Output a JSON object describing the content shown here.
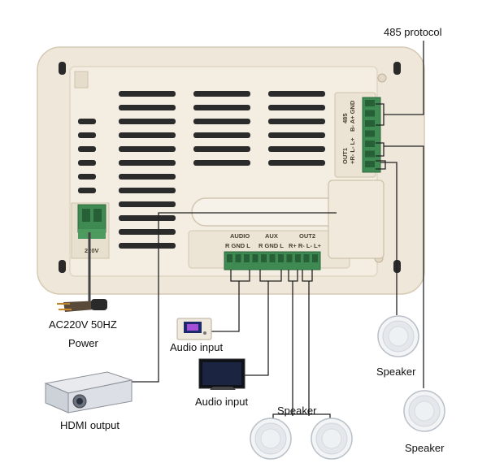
{
  "labels": {
    "protocol_485": "485 protocol",
    "power_spec": "AC220V 50HZ",
    "power": "Power",
    "audio_input_1": "Audio input",
    "audio_input_2": "Audio input",
    "hdmi_output": "HDMI  output",
    "speaker_right_1": "Speaker",
    "speaker_right_2": "Speaker",
    "speaker_bottom": "Speaker"
  },
  "panel": {
    "voltage_mark": "220V",
    "audio_header": "AUDIO",
    "audio_pins": "R GND L",
    "aux_header": "AUX",
    "aux_pins": "R GND L",
    "out2_header": "OUT2",
    "out2_pins": "R+  R-  L-  L+",
    "side_485_header": "485",
    "side_485_pins": "B- A+ GND",
    "side_out1_header": "OUT1",
    "side_out1_pins": "+R- L- L+"
  },
  "colors": {
    "panel": "#efe7d9",
    "panel_edge": "#d9cdb8",
    "terminal_green": "#3f8a52",
    "wire": "#222222"
  }
}
